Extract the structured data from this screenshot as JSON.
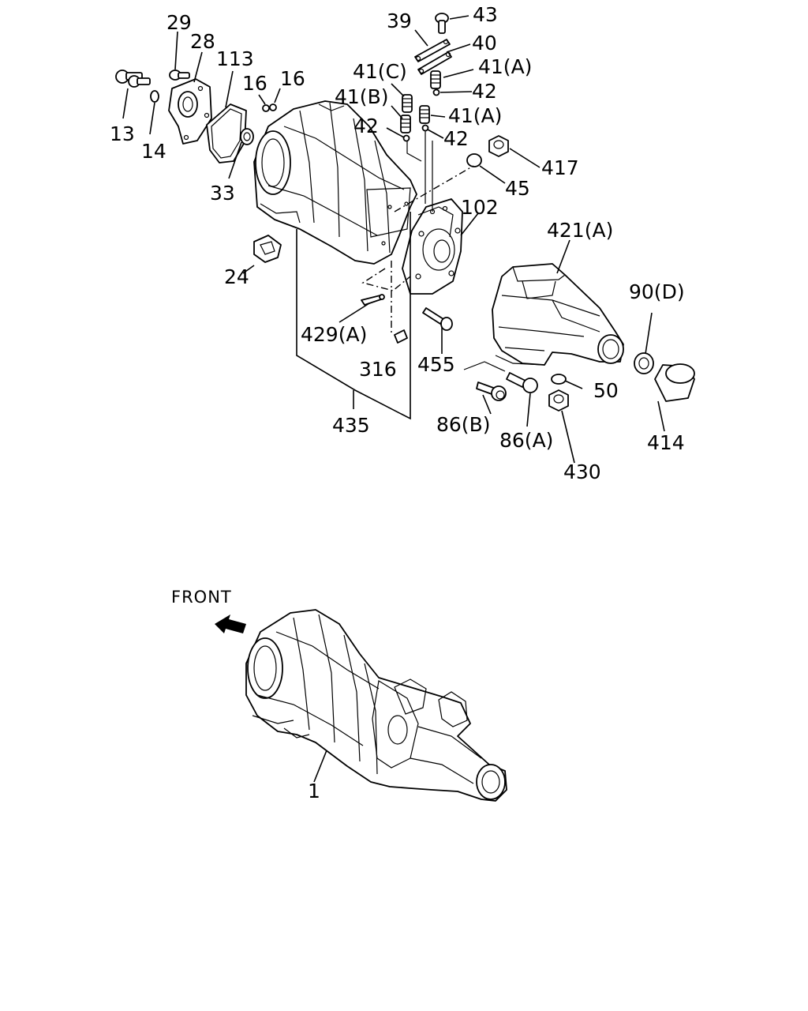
{
  "labels": {
    "p29": "29",
    "p28": "28",
    "p113": "113",
    "p16a": "16",
    "p16b": "16",
    "p13": "13",
    "p14": "14",
    "p33": "33",
    "p24": "24",
    "p39": "39",
    "p43": "43",
    "p40": "40",
    "p41a_top": "41(A)",
    "p41c": "41(C)",
    "p42_top": "42",
    "p41b": "41(B)",
    "p41a_mid": "41(A)",
    "p42_left": "42",
    "p42_right": "42",
    "p417": "417",
    "p45": "45",
    "p102": "102",
    "p421a": "421(A)",
    "p90d": "90(D)",
    "p429a": "429(A)",
    "p455": "455",
    "p316": "316",
    "p50": "50",
    "p435": "435",
    "p86b": "86(B)",
    "p86a": "86(A)",
    "p414": "414",
    "p430": "430",
    "front": "FRONT",
    "p1": "1"
  },
  "icons": {
    "front_arrow": "arrow-left-icon"
  }
}
